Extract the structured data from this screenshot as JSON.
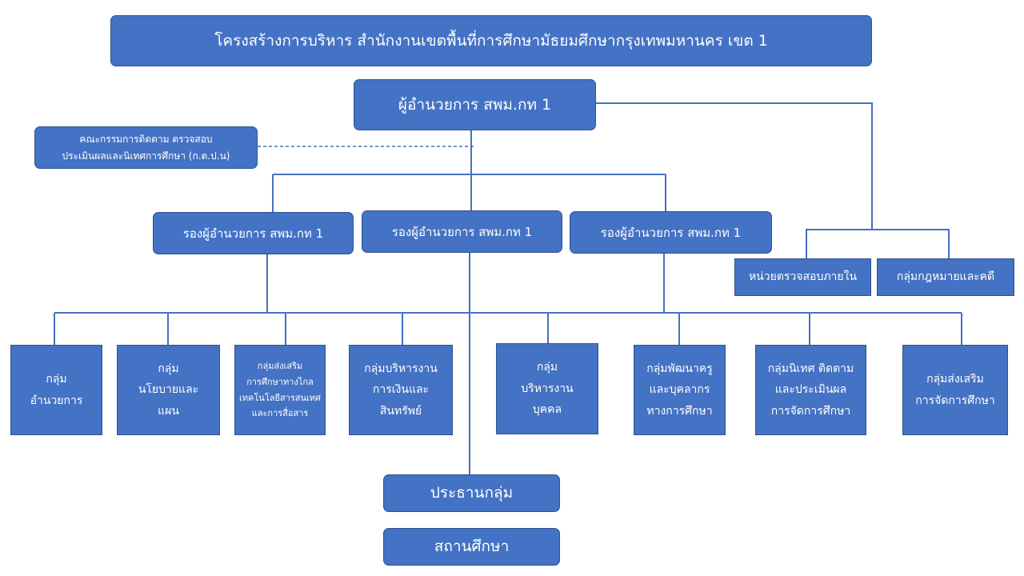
{
  "header": {
    "title": "โครงสร้างการบริหาร  สำนักงานเขตพื้นที่การศึกษามัธยมศึกษากรุงเทพมหานคร  เขต 1"
  },
  "director": {
    "label": "ผู้อำนวยการ สพม.กท 1"
  },
  "committee": {
    "lines": [
      "คณะกรรมการติดตาม  ตรวจสอบ",
      "ประเมินผลและนิเทศการศึกษา  (ก.ต.ป.น)"
    ]
  },
  "deputies": [
    {
      "label": "รองผู้อำนวยการ สพม.กท 1"
    },
    {
      "label": "รองผู้อำนวยการ สพม.กท 1"
    },
    {
      "label": "รองผู้อำนวยการ สพม.กท 1"
    }
  ],
  "units": [
    {
      "label": "หน่วยตรวจสอบภายใน"
    },
    {
      "label": "กลุ่มกฎหมายและคดี"
    }
  ],
  "groups": [
    {
      "lines": [
        "กลุ่ม",
        "อำนวยการ"
      ]
    },
    {
      "lines": [
        "กลุ่ม",
        "นโยบายและ",
        "แผน"
      ]
    },
    {
      "lines": [
        "กลุ่มส่งเสริม",
        "การศึกษาทางไกล",
        "เทคโนโลยีสารสนเทศ",
        "และการสื่อสาร"
      ]
    },
    {
      "lines": [
        "กลุ่มบริหารงาน",
        "การเงินและ",
        "สินทรัพย์"
      ]
    },
    {
      "lines": [
        "กลุ่ม",
        "บริหารงาน",
        "บุคคล"
      ]
    },
    {
      "lines": [
        "กลุ่มพัฒนาครู",
        "และบุคลากร",
        "ทางการศึกษา"
      ]
    },
    {
      "lines": [
        "กลุ่มนิเทศ ติดตาม",
        "และประเมินผล",
        "การจัดการศึกษา"
      ]
    },
    {
      "lines": [
        "กลุ่มส่งเสริม",
        "การจัดการศึกษา"
      ]
    }
  ],
  "bottom": {
    "chair": "ประธานกลุ่ม",
    "school": "สถานศึกษา"
  },
  "colors": {
    "box_fill": "#4472C4",
    "box_border": "#2F528F",
    "connector": "#4472C4",
    "text": "#FFFFFF"
  }
}
